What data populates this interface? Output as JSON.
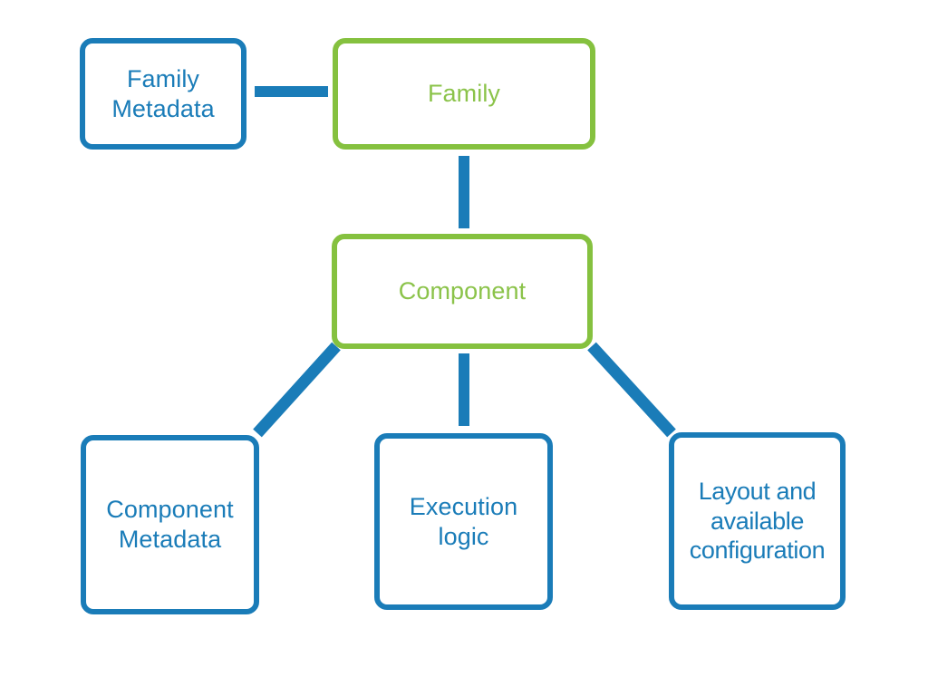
{
  "diagram": {
    "type": "hierarchy-tree",
    "background": "#ffffff",
    "colors": {
      "blue": "#1a7cb8",
      "green_border": "#85c13f",
      "green_text": "#8bc34a",
      "connector": "#1a7cb8"
    },
    "nodes": [
      {
        "id": "family-metadata",
        "label": "Family\nMetadata",
        "style": "blue",
        "level": 1
      },
      {
        "id": "family",
        "label": "Family",
        "style": "green",
        "level": 1
      },
      {
        "id": "component",
        "label": "Component",
        "style": "green",
        "level": 2
      },
      {
        "id": "component-metadata",
        "label": "Component\nMetadata",
        "style": "blue",
        "level": 3
      },
      {
        "id": "execution-logic",
        "label": "Execution\nlogic",
        "style": "blue",
        "level": 3
      },
      {
        "id": "layout-config",
        "label": "Layout and\navailable\nconfiguration",
        "style": "blue",
        "level": 3
      }
    ],
    "edges": [
      {
        "id": "edge-family-metadata-to-family",
        "from": "family-metadata",
        "to": "family",
        "orientation": "horizontal"
      },
      {
        "id": "edge-family-to-component",
        "from": "family",
        "to": "component",
        "orientation": "vertical"
      },
      {
        "id": "edge-component-to-component-metadata",
        "from": "component",
        "to": "component-metadata",
        "orientation": "diagonal-left"
      },
      {
        "id": "edge-component-to-execution-logic",
        "from": "component",
        "to": "execution-logic",
        "orientation": "vertical"
      },
      {
        "id": "edge-component-to-layout-config",
        "from": "component",
        "to": "layout-config",
        "orientation": "diagonal-right"
      }
    ]
  }
}
